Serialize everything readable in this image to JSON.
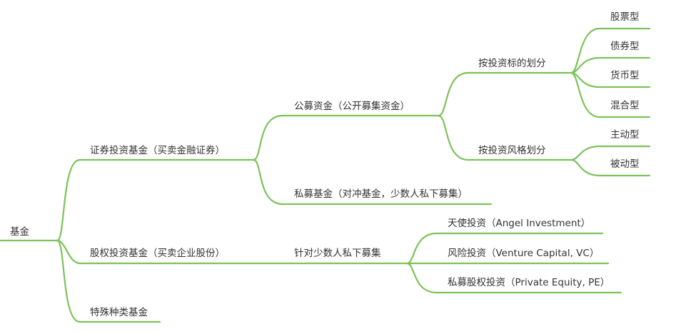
{
  "root": {
    "label": "基金",
    "children": [
      {
        "label": "证券投资基金（买卖金融证券）",
        "children": [
          {
            "label": "公募资金（公开募集资金）",
            "children": [
              {
                "label": "按投资标的划分",
                "children": [
                  {
                    "label": "股票型"
                  },
                  {
                    "label": "债券型"
                  },
                  {
                    "label": "货币型"
                  },
                  {
                    "label": "混合型"
                  }
                ]
              },
              {
                "label": "按投资风格划分",
                "children": [
                  {
                    "label": "主动型"
                  },
                  {
                    "label": "被动型"
                  }
                ]
              }
            ]
          },
          {
            "label": "私募基金（对冲基金，少数人私下募集）"
          }
        ]
      },
      {
        "label": "股权投资基金（买卖企业股份）",
        "children": [
          {
            "label": "针对少数人私下募集",
            "children": [
              {
                "label": "天使投资（Angel Investment）"
              },
              {
                "label": "风险投资（Venture Capital, VC）"
              },
              {
                "label": "私募股权投资（Private Equity, PE）"
              }
            ]
          }
        ]
      },
      {
        "label": "特殊种类基金"
      }
    ]
  },
  "colors": {
    "branch": "#7cc25a",
    "text": "#333333",
    "background": "#ffffff"
  }
}
